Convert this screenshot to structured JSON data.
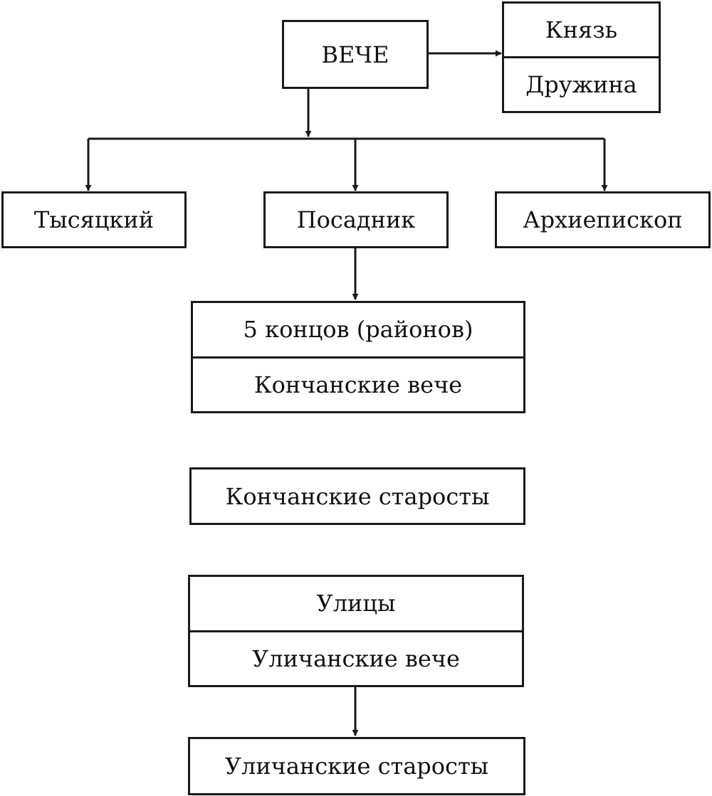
{
  "diagram": {
    "veche": "ВЕЧЕ",
    "prince_box": {
      "top": "Князь",
      "bottom": "Дружина"
    },
    "officials": {
      "tysyatsky": "Тысяцкий",
      "posadnik": "Посадник",
      "archbishop": "Архиепископ"
    },
    "ends_box": {
      "top": "5 концов (районов)",
      "bottom": "Кончанские вече"
    },
    "end_elders": "Кончанские старосты",
    "streets_box": {
      "top": "Улицы",
      "bottom": "Уличанские вече"
    },
    "street_elders": "Уличанские старосты"
  }
}
